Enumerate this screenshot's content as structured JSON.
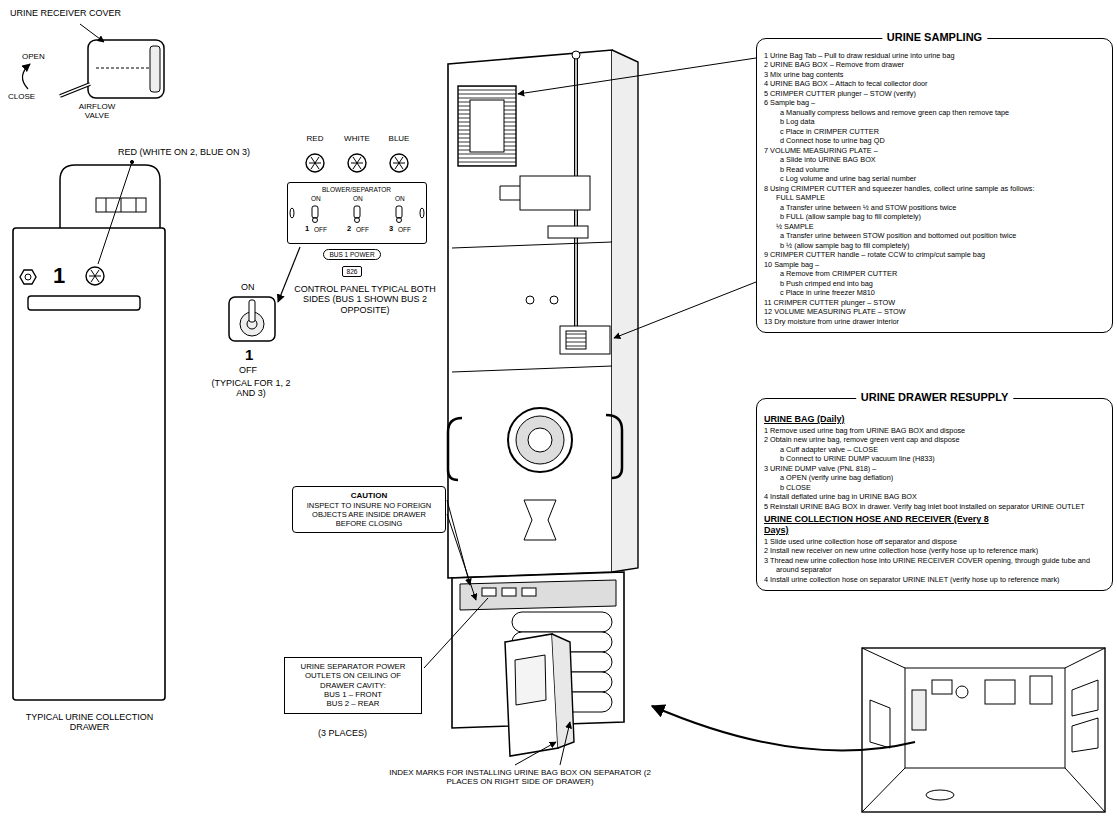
{
  "diagram": {
    "nodes": [
      {
        "text": [
          "BLOWER/SEPARATOR",
          "ON",
          "1",
          "OFF",
          "ON",
          "2",
          "OFF",
          "ON",
          "3",
          "OFF"
        ]
      },
      {
        "text": [
          "BUS 1 POWER"
        ]
      },
      {
        "text": [
          "826"
        ]
      },
      {
        "text": [
          "CAUTION",
          "INSPECT TO INSURE NO FOREIGN OBJECTS ARE INSIDE DRAWER BEFORE CLOSING"
        ]
      },
      {
        "text": [
          "URINE SEPARATOR POWER OUTLETS ON CEILING OF DRAWER CAVITY:",
          "BUS 1 – FRONT",
          "BUS 2 – REAR"
        ]
      },
      {
        "text": [
          "URINE SAMPLING",
          "1 Urine Bag Tab – Pull to draw residual urine into urine bag",
          "2 URINE BAG BOX – Remove from drawer",
          "3 Mix urine bag contents",
          "4 URINE BAG BOX – Attach to fecal collector door",
          "5 CRIMPER CUTTER plunger – STOW (verify)",
          "6 Sample bag –",
          "a Manually compress bellows and remove green cap then remove tape",
          "b Log data",
          "c Place in CRIMPER CUTTER",
          "d Connect hose to urine bag QD",
          "7 VOLUME MEASURING PLATE –",
          "a Slide into URINE BAG BOX",
          "b Read volume",
          "c Log volume and urine bag serial number",
          "8 Using CRIMPER CUTTER and squeezer handles, collect urine sample as follows:",
          "FULL SAMPLE",
          "a Transfer urine between ½ and STOW positions twice",
          "b FULL (allow sample bag to fill completely)",
          "½ SAMPLE",
          "a Transfer urine between STOW position and bottomed out position twice",
          "b ½ (allow sample bag to fill completely)",
          "9 CRIMPER CUTTER handle – rotate CCW to crimp/cut sample bag",
          "10 Sample bag –",
          "a Remove from CRIMPER CUTTER",
          "b Push crimped end into bag",
          "c Place in urine freezer M810",
          "11 CRIMPER CUTTER plunger – STOW",
          "12 VOLUME MEASURING PLATE – STOW",
          "13 Dry moisture from urine drawer interior"
        ]
      },
      {
        "text": [
          "URINE DRAWER RESUPPLY",
          "URINE BAG (Daily)",
          "1 Remove used urine bag from URINE BAG BOX and dispose",
          "2 Obtain new urine bag, remove green vent cap and dispose",
          "a Cuff adapter valve – CLOSE",
          "b Connect to URINE DUMP vacuum line (H833)",
          "3 URINE DUMP valve (PNL 818) –",
          "a OPEN (verify urine bag deflation)",
          "b CLOSE",
          "4 Install deflated urine bag in URINE BAG BOX",
          "5 Reinstall URINE BAG BOX in drawer. Verify bag inlet boot installed on separator URINE OUTLET",
          "URINE COLLECTION HOSE AND RECEIVER (Every 8 Days)",
          "1 Slide used urine collection hose off separator and dispose",
          "2 Install new receiver on new urine collection hose (verify hose up to reference mark)",
          "3 Thread new urine collection hose into URINE RECEIVER COVER opening, through guide tube and around separator",
          "4 Install urine collection hose on separator URINE INLET (verify hose up to reference mark)"
        ]
      }
    ],
    "labels": [
      "URINE RECEIVER COVER",
      "OPEN",
      "CLOSE",
      "AIRFLOW VALVE",
      "RED (WHITE ON 2, BLUE ON 3)",
      "1",
      "RED",
      "WHITE",
      "BLUE",
      "ON",
      "1",
      "OFF",
      "(TYPICAL FOR 1, 2 AND 3)",
      "CONTROL PANEL TYPICAL BOTH SIDES (BUS 1 SHOWN BUS 2 OPPOSITE)",
      "TYPICAL URINE COLLECTION DRAWER",
      "(3 PLACES)",
      "INDEX MARKS FOR INSTALLING URINE BAG BOX ON SEPARATOR (2 PLACES ON RIGHT SIDE OF DRAWER)"
    ]
  }
}
